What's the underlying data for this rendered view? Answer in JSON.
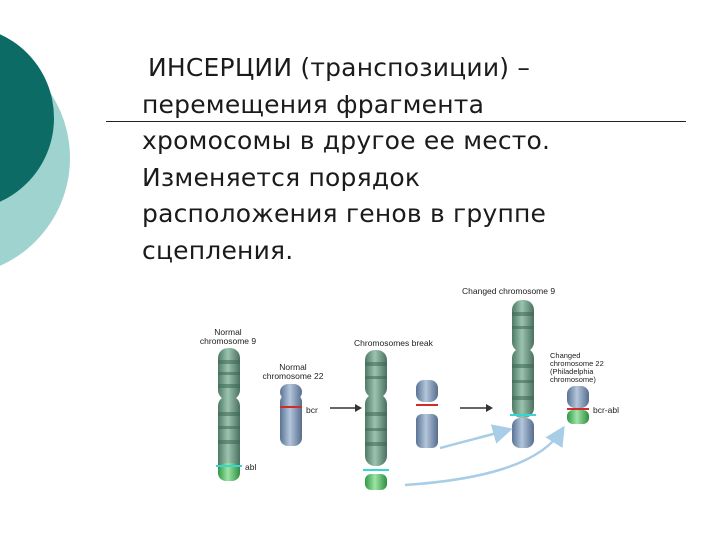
{
  "text": {
    "lines": [
      "ИНСЕРЦИИ (транспозиции) –",
      "перемещения фрагмента",
      "хромосомы в другое ее место.",
      "Изменяется порядок",
      "расположения генов в группе",
      "сцепления."
    ]
  },
  "figure": {
    "normal9_label": [
      "Normal",
      "chromosome 9"
    ],
    "normal22_label": [
      "Normal",
      "chromosome 22"
    ],
    "break_label": "Chromosomes break",
    "changed9_label": "Changed chromosome 9",
    "changed22_label": [
      "Changed",
      "chromosome 22",
      "(Philadelphia",
      "chromosome)"
    ],
    "gene_bcr": "bcr",
    "gene_abl": "abl",
    "gene_fusion": "bcr-abl"
  },
  "colors": {
    "teal_dark": "#0d6b66",
    "teal_light": "#9fd3cf",
    "chrom9": "#6e9a84",
    "chrom22": "#7b92b0",
    "abl_segment": "#5cc36a",
    "bcr_mark": "#d22b2b",
    "arrow": "#a8cde6"
  }
}
